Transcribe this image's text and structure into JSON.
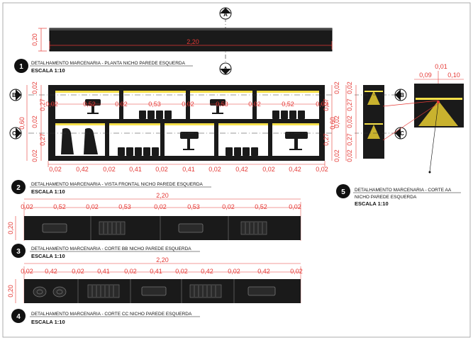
{
  "plan": {
    "depth": "0,20",
    "width": "2,20",
    "cut": "A"
  },
  "detail1": {
    "number": "1",
    "title": "DETALHAMENTO MARCENARIA - PLANTA NICHO PAREDE ESQUERDA",
    "scale": "ESCALA 1:10"
  },
  "elevation": {
    "top_dims": [
      "0,02",
      "0,52",
      "0,02",
      "0,53",
      "0,02",
      "0,53",
      "0,02",
      "0,52",
      "0,02"
    ],
    "bottom_dims": [
      "0,02",
      "0,42",
      "0,02",
      "0,41",
      "0,02",
      "0,41",
      "0,02",
      "0,42",
      "0,02",
      "0,42",
      "0,02"
    ],
    "left_dims": [
      "0,02",
      "0,27",
      "0,02",
      "0,27",
      "0,02"
    ],
    "right_dims": [
      "0,02",
      "0,27",
      "0,02",
      "0,27",
      "0,02"
    ],
    "height": "0,60",
    "cut_b": "B",
    "cut_c": "C"
  },
  "detail2": {
    "number": "2",
    "title": "DETALHAMENTO MARCENARIA - VISTA FRONTAL NICHO PAREDE ESQUERDA",
    "scale": "ESCALA 1:10"
  },
  "section_bb": {
    "total": "2,20",
    "dims": [
      "0,02",
      "0,52",
      "0,02",
      "0,53",
      "0,02",
      "0,53",
      "0,02",
      "0,52",
      "0,02"
    ],
    "height": "0,20"
  },
  "detail3": {
    "number": "3",
    "title": "DETALHAMENTO MARCENARIA - CORTE BB NICHO PAREDE ESQUERDA",
    "scale": "ESCALA 1:10"
  },
  "section_cc": {
    "total": "2,20",
    "dims": [
      "0,02",
      "0,42",
      "0,02",
      "0,41",
      "0,02",
      "0,41",
      "0,02",
      "0,42",
      "0,02",
      "0,42",
      "0,02"
    ],
    "height": "0,20"
  },
  "detail4": {
    "number": "4",
    "title": "DETALHAMENTO MARCENARIA - CORTE CC NICHO PAREDE ESQUERDA",
    "scale": "ESCALA 1:10"
  },
  "section_aa": {
    "left_dims": [
      "0,02",
      "0,27",
      "0,02",
      "0,27",
      "0,02"
    ],
    "height": "0,60",
    "top_dims": [
      "0,01",
      "0,09",
      "0,10"
    ],
    "cut_b": "B",
    "cut_c": "C"
  },
  "detail5": {
    "number": "5",
    "title": "DETALHAMENTO MARCENARIA - CORTE AA",
    "title2": "NICHO PAREDE ESQUERDA",
    "scale": "ESCALA 1:10"
  },
  "colors": {
    "dimension": "#e53935",
    "cabinet": "#1a1a1a",
    "led": "#f5e04a"
  }
}
